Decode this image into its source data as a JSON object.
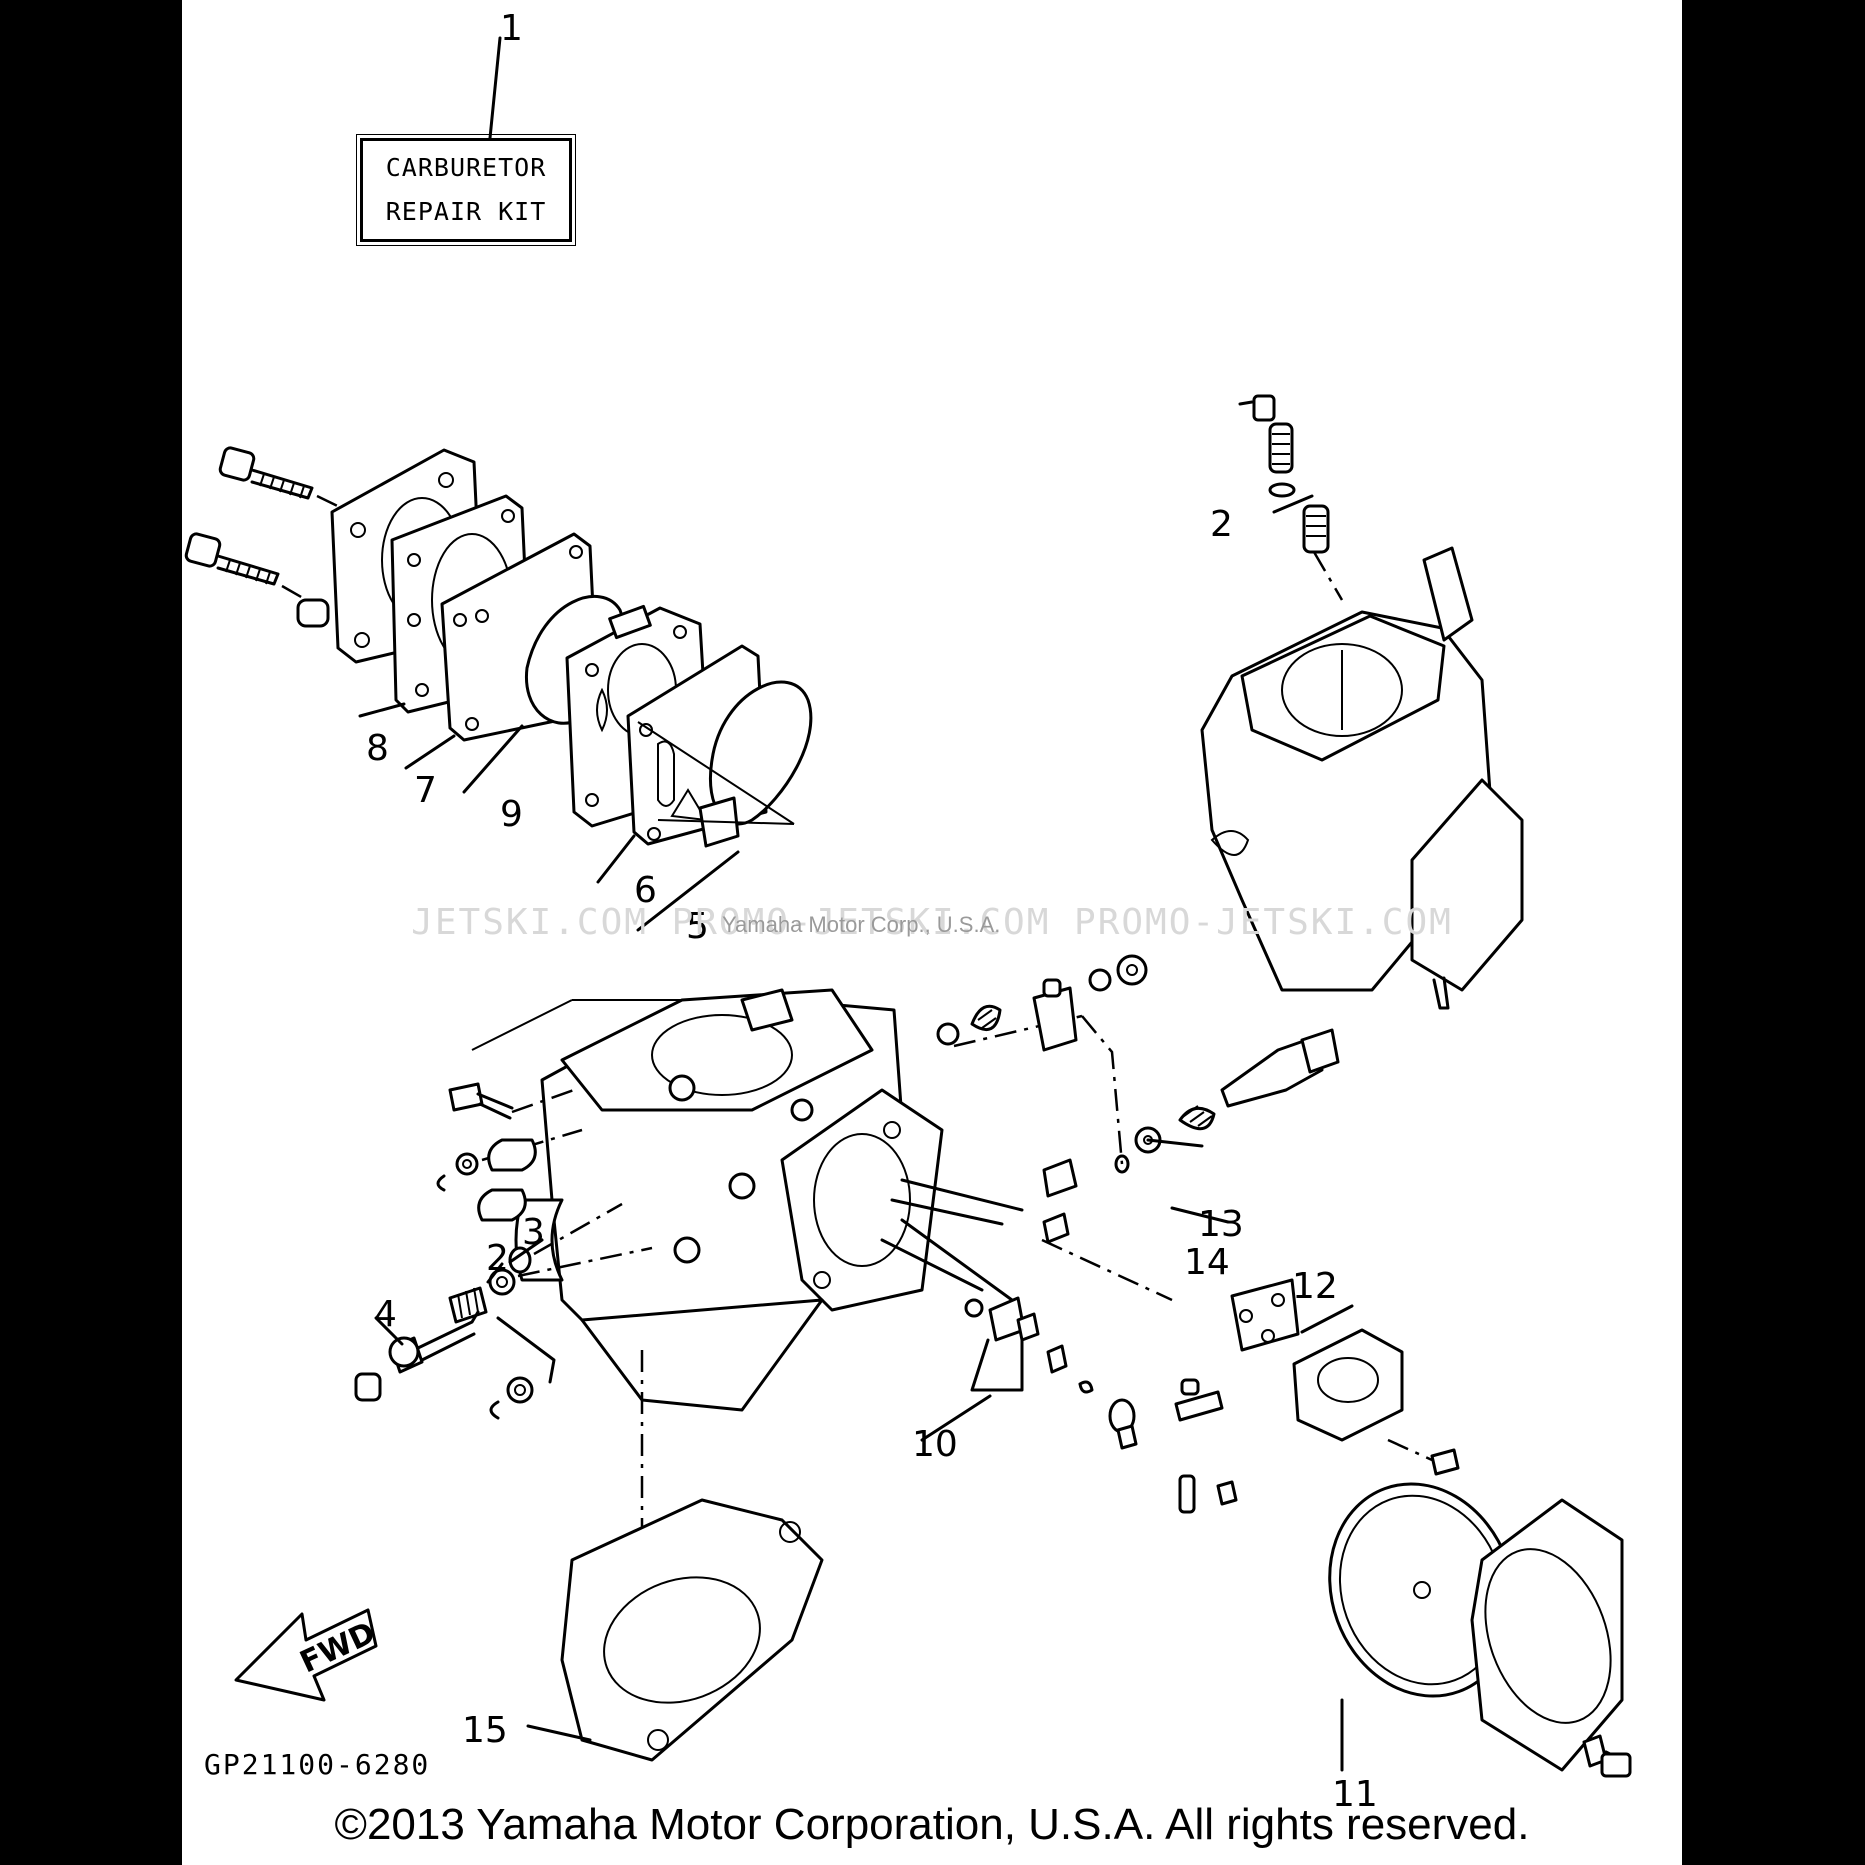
{
  "kit": {
    "line1": "CARBURETOR",
    "line2": "REPAIR KIT"
  },
  "callouts": [
    {
      "id": "1",
      "label": "1"
    },
    {
      "id": "2a",
      "label": "2"
    },
    {
      "id": "2b",
      "label": "2"
    },
    {
      "id": "3",
      "label": "3"
    },
    {
      "id": "4",
      "label": "4"
    },
    {
      "id": "5",
      "label": "5"
    },
    {
      "id": "6",
      "label": "6"
    },
    {
      "id": "7",
      "label": "7"
    },
    {
      "id": "8",
      "label": "8"
    },
    {
      "id": "9",
      "label": "9"
    },
    {
      "id": "10",
      "label": "10"
    },
    {
      "id": "11",
      "label": "11"
    },
    {
      "id": "12",
      "label": "12"
    },
    {
      "id": "13",
      "label": "13"
    },
    {
      "id": "14",
      "label": "14"
    },
    {
      "id": "15",
      "label": "15"
    }
  ],
  "fwd_label": "FWD",
  "watermark": "JETSKI.COM    PROMO-JETSKI.COM    PROMO-JETSKI.COM",
  "watermark_sub": "Yamaha Motor Corp., U.S.A.",
  "ref_code": "GP21100-6280",
  "copyright": "©2013 Yamaha Motor Corporation, U.S.A. All rights reserved."
}
